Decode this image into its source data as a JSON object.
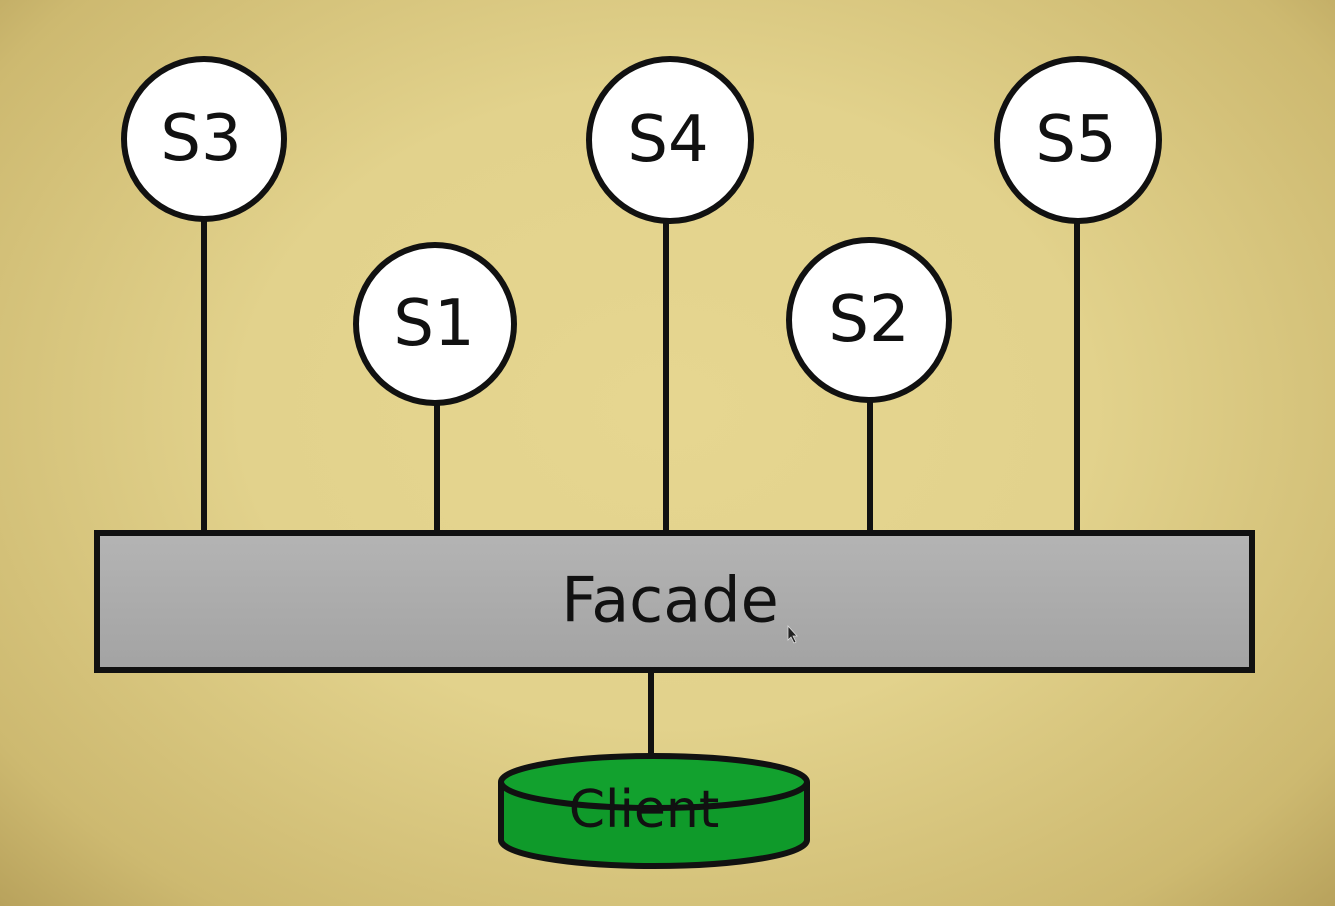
{
  "diagram": {
    "services": [
      {
        "id": "s3",
        "label": "S3"
      },
      {
        "id": "s1",
        "label": "S1"
      },
      {
        "id": "s4",
        "label": "S4"
      },
      {
        "id": "s2",
        "label": "S2"
      },
      {
        "id": "s5",
        "label": "S5"
      }
    ],
    "facade": {
      "label": "Facade"
    },
    "client": {
      "label": "Client"
    },
    "colors": {
      "background": "#e2d28c",
      "service_fill": "#ffffff",
      "facade_fill": "#a9a9a9",
      "client_fill": "#0f9a2a",
      "stroke": "#111111"
    }
  }
}
